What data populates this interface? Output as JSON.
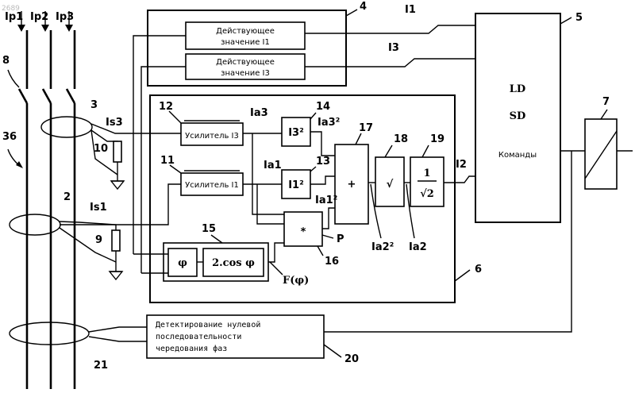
{
  "watermark": "2689",
  "phases": [
    "Ip1",
    "Ip2",
    "Ip3"
  ],
  "refs": {
    "r2": "2",
    "r3": "3",
    "r4": "4",
    "r5": "5",
    "r6": "6",
    "r7": "7",
    "r8": "8",
    "r9": "9",
    "r10": "10",
    "r11": "11",
    "r12": "12",
    "r13": "13",
    "r14": "14",
    "r15": "15",
    "r16": "16",
    "r17": "17",
    "r18": "18",
    "r19": "19",
    "r20": "20",
    "r21": "21",
    "r36": "36"
  },
  "signals": {
    "is3": "Is3",
    "is1": "Is1",
    "ia3": "Ia3",
    "ia1": "Ia1",
    "ia3sq": "Ia3²",
    "ia1sq": "Ia1²",
    "i1": "I1",
    "i3": "I3",
    "i2": "I2",
    "p": "P",
    "fphi": "F(φ)",
    "ia2sq": "Ia2²",
    "ia2": "Ia2"
  },
  "blocks": {
    "rms1_line1": "Действующее",
    "rms1_line2": "значение I1",
    "rms3_line1": "Действующее",
    "rms3_line2": "значение I3",
    "amp3": "Усилитель I3",
    "amp1": "Усилитель I1",
    "sq3": "I3²",
    "sq1": "I1²",
    "mult": "*",
    "sum": "+",
    "sqrt": "√",
    "inv_num": "1",
    "inv_den": "√2",
    "phi": "φ",
    "cosphi": "2.cos φ",
    "ld": "LD",
    "sd": "SD",
    "commands": "Команды",
    "det_line1": "Детектирование нулевой",
    "det_line2": "последовательности",
    "det_line3": "чередования фаз"
  }
}
